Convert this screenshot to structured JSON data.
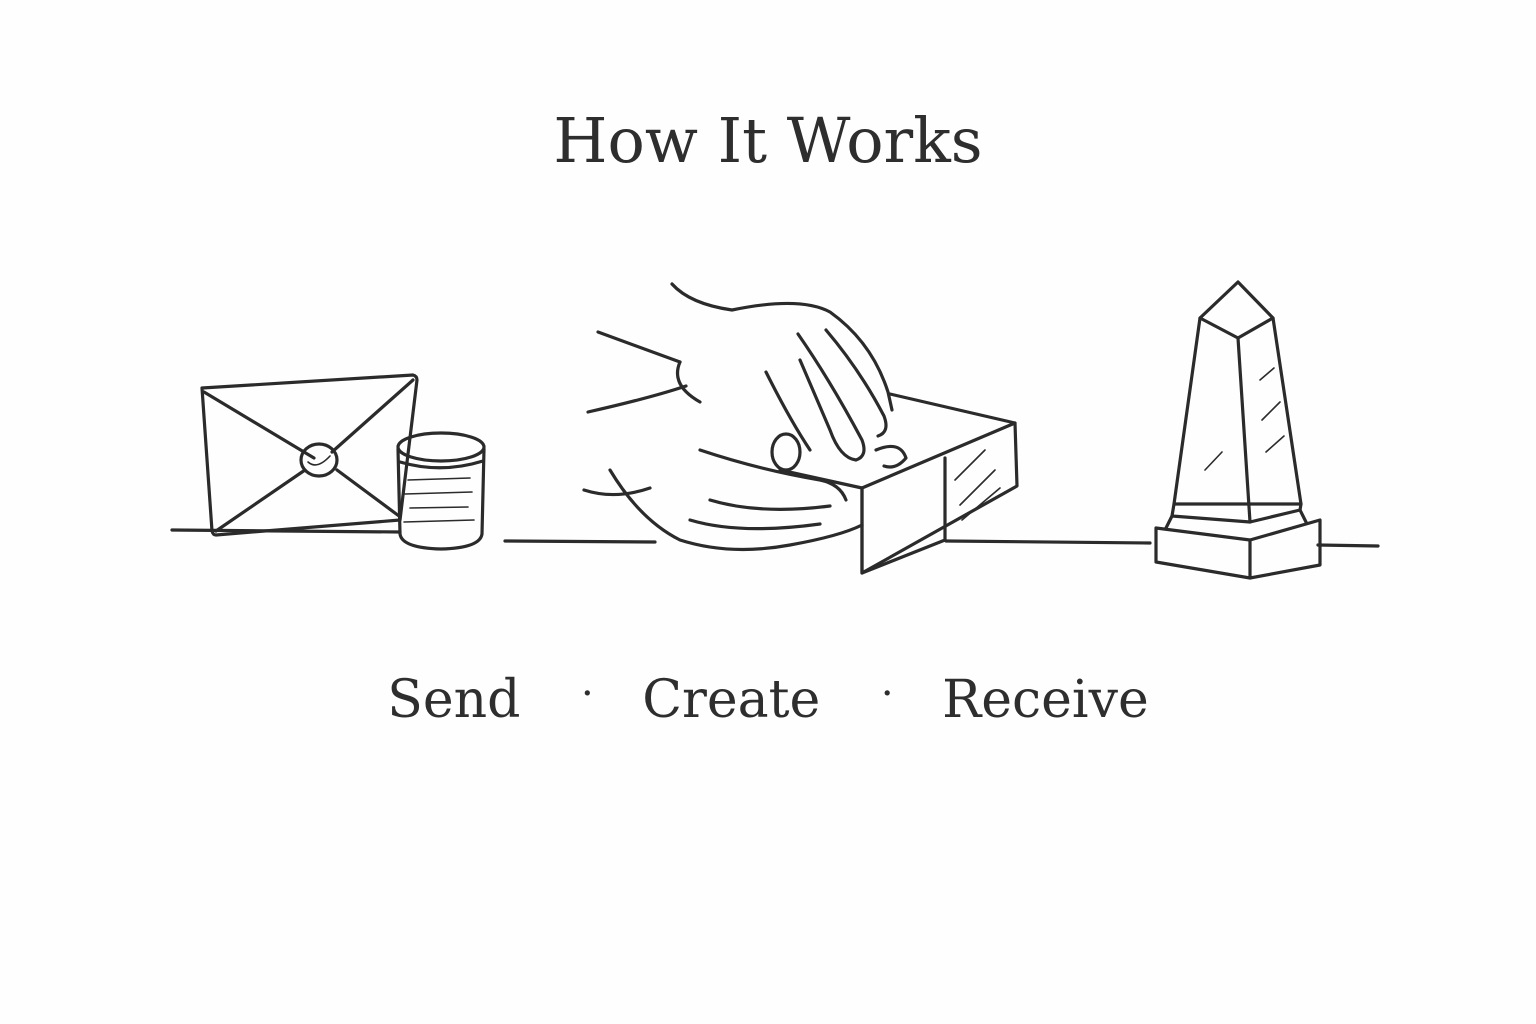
{
  "header": {
    "title": "How It Works"
  },
  "steps": [
    {
      "label": "Send"
    },
    {
      "label": "Create"
    },
    {
      "label": "Receive"
    }
  ],
  "separator": "·",
  "icons": [
    "envelope-icon",
    "wax-jar-icon",
    "hand-box-icon",
    "obelisk-icon"
  ]
}
